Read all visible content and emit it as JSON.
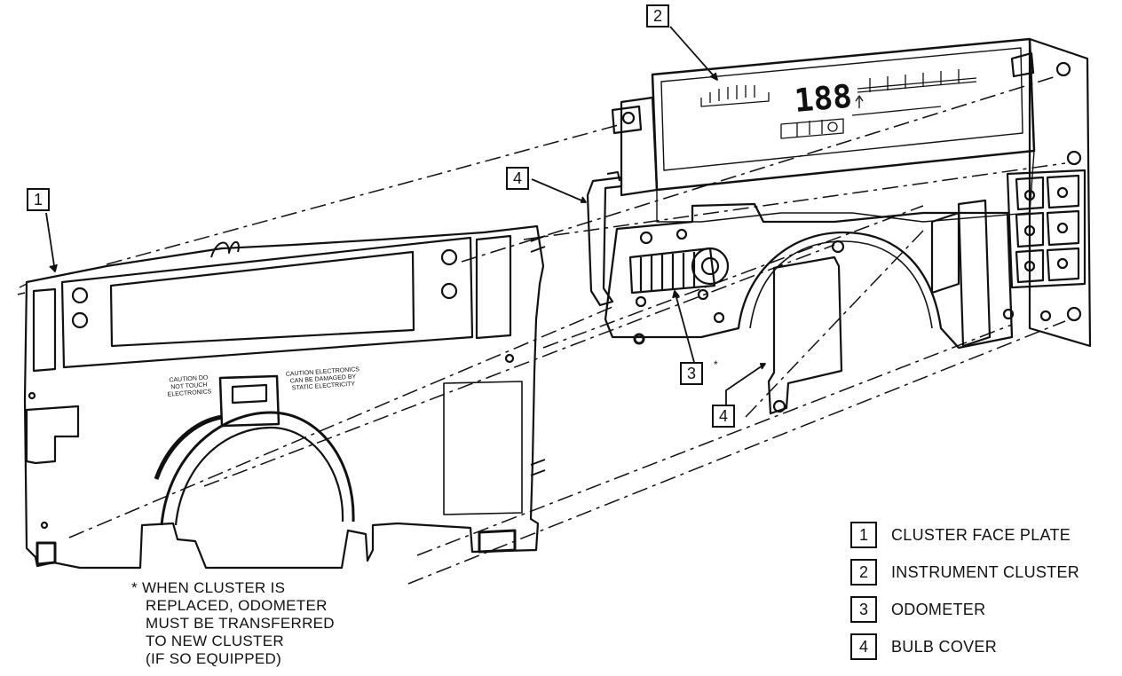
{
  "callouts": {
    "c1": "1",
    "c2": "2",
    "c3": "3",
    "c4a": "4",
    "c4b": "4"
  },
  "legend": [
    {
      "num": "1",
      "label": "CLUSTER FACE PLATE"
    },
    {
      "num": "2",
      "label": "INSTRUMENT CLUSTER"
    },
    {
      "num": "3",
      "label": "ODOMETER"
    },
    {
      "num": "4",
      "label": "BULB COVER"
    }
  ],
  "note": {
    "line1": "* WHEN CLUSTER IS",
    "line2": "REPLACED, ODOMETER",
    "line3": "MUST BE TRANSFERRED",
    "line4": "TO NEW CLUSTER",
    "line5": "(IF SO EQUIPPED)"
  },
  "faceplate": {
    "caution_left": "CAUTION DO NOT TOUCH ELECTRONICS",
    "caution_right": "CAUTION ELECTRONICS CAN BE DAMAGED BY STATIC ELECTRICITY"
  },
  "cluster_display": {
    "digits": "188",
    "odometer_asterisk": "*"
  },
  "colors": {
    "ink": "#111111",
    "paper": "#ffffff"
  }
}
